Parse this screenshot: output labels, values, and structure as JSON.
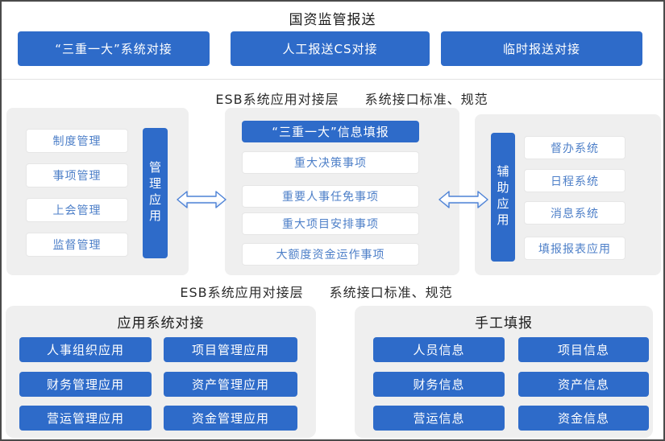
{
  "colors": {
    "primary_blue": "#2e6bc9",
    "panel_gray": "#efefef",
    "item_text_blue": "#4d7fc8",
    "frame_border": "#4a4a4a"
  },
  "top": {
    "title": "国资监管报送",
    "buttons": [
      "“三重一大”系统对接",
      "人工报送CS对接",
      "临时报送对接"
    ]
  },
  "esb_top": {
    "label1": "ESB系统应用对接层",
    "label2": "系统接口标准、规范"
  },
  "esb_bottom": {
    "label1": "ESB系统应用对接层",
    "label2": "系统接口标准、规范"
  },
  "middle": {
    "left_panel": {
      "vertical_label": "管理应用",
      "items": [
        "制度管理",
        "事项管理",
        "上会管理",
        "监督管理"
      ]
    },
    "center_panel": {
      "header": "“三重一大”信息填报",
      "items": [
        "重大决策事项",
        "重要人事任免事项",
        "重大项目安排事项",
        "大额度资金运作事项"
      ]
    },
    "right_panel": {
      "vertical_label": "辅助应用",
      "items": [
        "督办系统",
        "日程系统",
        "消息系统",
        "填报报表应用"
      ]
    }
  },
  "bottom": {
    "left_panel": {
      "title": "应用系统对接",
      "buttons": [
        "人事组织应用",
        "项目管理应用",
        "财务管理应用",
        "资产管理应用",
        "营运管理应用",
        "资金管理应用"
      ]
    },
    "right_panel": {
      "title": "手工填报",
      "buttons": [
        "人员信息",
        "项目信息",
        "财务信息",
        "资产信息",
        "营运信息",
        "资金信息"
      ]
    }
  }
}
